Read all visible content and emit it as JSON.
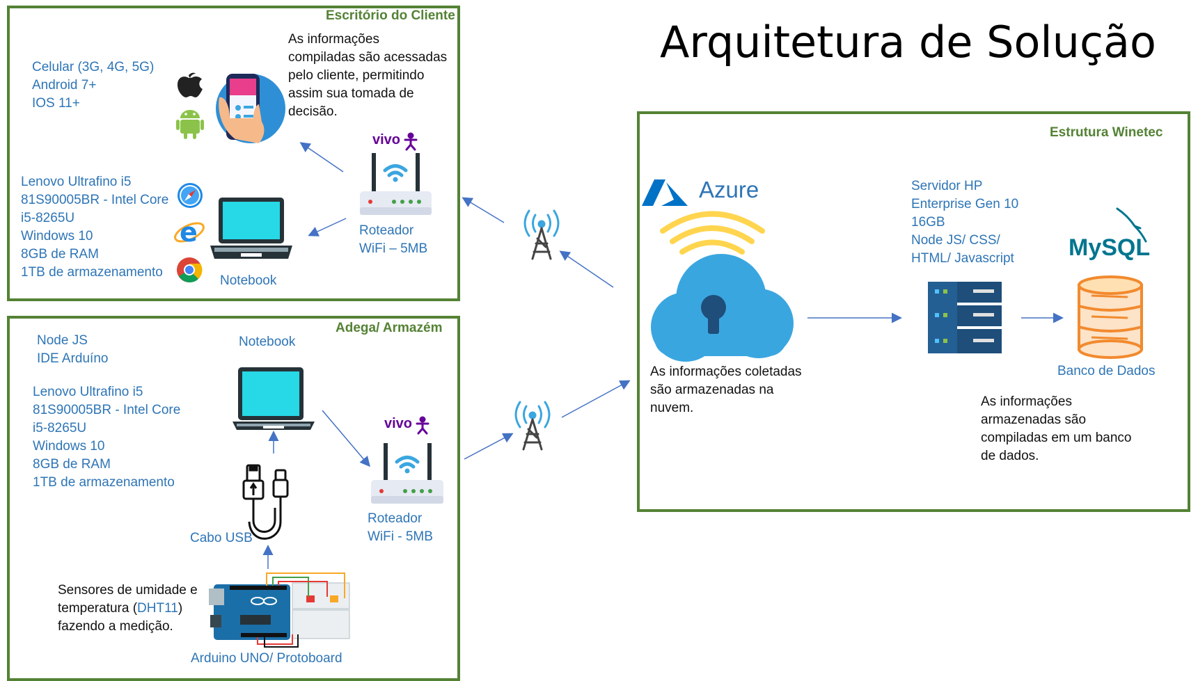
{
  "title": "Arquitetura de Solução",
  "client_office": {
    "title": "Escritório do Cliente",
    "phone_specs": [
      "Celular (3G, 4G, 5G)",
      "Android 7+",
      "IOS 11+"
    ],
    "info_text": [
      "As informações",
      "compiladas são acessadas",
      "pelo cliente, permitindo",
      "assim sua tomada de",
      "decisão."
    ],
    "laptop_specs": [
      "Lenovo Ultrafino i5",
      "81S90005BR - Intel Core",
      "i5-8265U",
      "Windows 10",
      "8GB de RAM",
      "1TB de armazenamento"
    ],
    "notebook_label": "Notebook",
    "router_brand": "vivo",
    "router_label": [
      "Roteador",
      "WiFi – 5MB"
    ]
  },
  "warehouse": {
    "title": "Adega/ Armazém",
    "software": [
      "Node JS",
      "IDE Arduíno"
    ],
    "laptop_specs": [
      "Lenovo Ultrafino i5",
      "81S90005BR - Intel Core",
      "i5-8265U",
      "Windows 10",
      "8GB de RAM",
      "1TB de armazenamento"
    ],
    "notebook_label": "Notebook",
    "usb_label": "Cabo USB",
    "router_brand": "vivo",
    "router_label": [
      "Roteador",
      "WiFi  - 5MB"
    ],
    "sensor_text_1": "Sensores de umidade e",
    "sensor_text_2_pre": "temperatura (",
    "sensor_text_2_link": "DHT11",
    "sensor_text_2_post": ")",
    "sensor_text_3": "fazendo a medição.",
    "arduino_label": "Arduino UNO/ Protoboard"
  },
  "winetec": {
    "title": "Estrutura Winetec",
    "azure_label": "Azure",
    "cloud_text": [
      "As informações coletadas",
      "são armazenadas na",
      "nuvem."
    ],
    "server_specs": [
      "Servidor HP",
      "Enterprise Gen 10",
      "16GB",
      "Node JS/ CSS/",
      "HTML/ Javascript"
    ],
    "mysql_logo": "MySQL",
    "db_label": "Banco de Dados",
    "db_text": [
      "As informações",
      "armazenadas são",
      "compiladas em um banco",
      "de dados."
    ]
  },
  "colors": {
    "box_border": "#548235",
    "blue_text": "#2e75b6",
    "arrow": "#4472c4",
    "cloud": "#3aa6e0",
    "server": "#1e4e79",
    "db": "#f28a2e",
    "vivo": "#660099"
  }
}
